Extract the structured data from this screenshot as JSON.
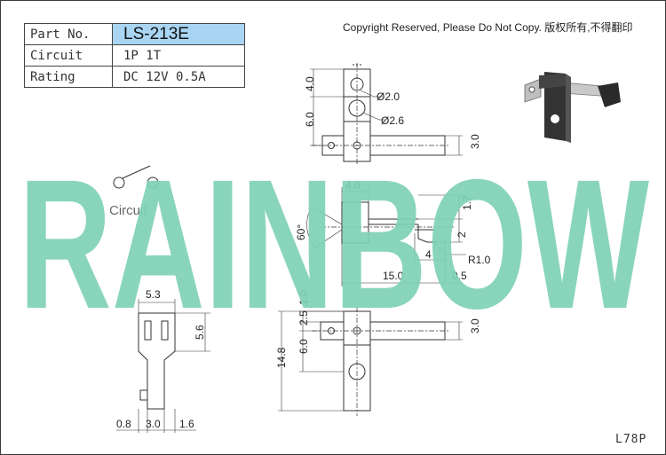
{
  "spec_table": {
    "part_no_label": "Part No.",
    "part_no_value": "LS-213E",
    "circuit_label": "Circuit",
    "circuit_value": "1P 1T",
    "rating_label": "Rating",
    "rating_value": "DC 12V 0.5A"
  },
  "copyright": "Copyright Reserved, Please Do Not Copy. 版权所有,不得翻印",
  "watermark": "RAINBOW",
  "circuit_symbol_label": "Circuit",
  "model_code": "L78P",
  "dimensions": {
    "top_view": {
      "d4_0": "4.0",
      "d6_0": "6.0",
      "hole_small": "Ø2.0",
      "hole_large": "Ø2.6",
      "d3_0": "3.0"
    },
    "side_view": {
      "d4_0": "4.0",
      "angle": "60°",
      "d1_7": "1.7",
      "d2": "2",
      "d4": "4",
      "radius": "R1.0",
      "d15_0": "15.0",
      "d0_5": "0.5"
    },
    "front_view": {
      "d5_3": "5.3",
      "d5_6": "5.6",
      "d0_8": "0.8",
      "d3_0": "3.0",
      "d1_6": "1.6"
    },
    "bottom_view": {
      "d1_0": "1.0",
      "d2_5": "2.5",
      "d6_0": "6.0",
      "d14_8": "14.8",
      "d3_0": "3.0"
    }
  },
  "colors": {
    "watermark": "#7fd1b5",
    "part_cell": "#a9d5f2",
    "line": "#333333"
  }
}
